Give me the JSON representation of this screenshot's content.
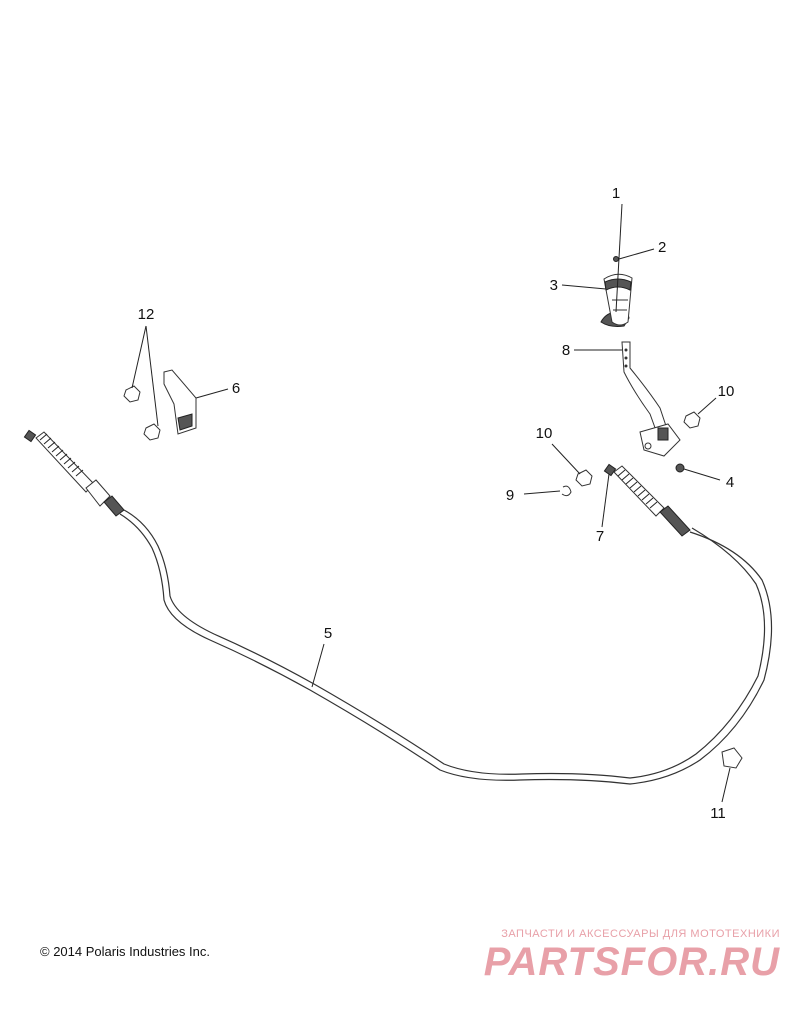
{
  "callouts": {
    "c1": "1",
    "c2": "2",
    "c3": "3",
    "c4": "4",
    "c5": "5",
    "c6": "6",
    "c7": "7",
    "c8": "8",
    "c9": "9",
    "c10a": "10",
    "c10b": "10",
    "c11": "11",
    "c12": "12"
  },
  "footer": {
    "copyright": "© 2014 Polaris Industries Inc."
  },
  "watermark": {
    "tagline": "ЗАПЧАСТИ И АКСЕССУАРЫ ДЛЯ МОТОТЕХНИКИ",
    "logo": "PARTSFOR.RU"
  }
}
